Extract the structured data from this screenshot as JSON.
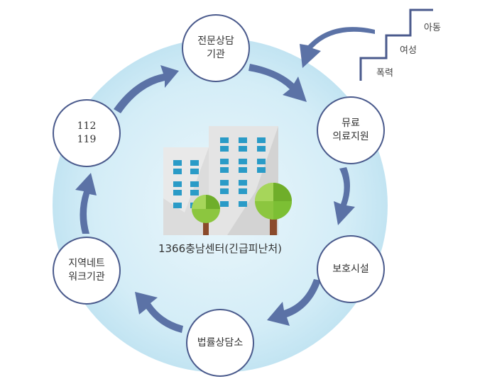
{
  "nodes": {
    "expert_counsel": [
      "전문상담",
      "기관"
    ],
    "medical": [
      "뮤료",
      "의료지원"
    ],
    "shelter": [
      "보호시설"
    ],
    "legal": [
      "법률상담소"
    ],
    "network": [
      "지역네트",
      "워크기관"
    ],
    "emergency": [
      "112",
      "119"
    ]
  },
  "stairs": {
    "step1": "폭력",
    "step2": "여성",
    "step3": "아동"
  },
  "center": {
    "label": "1366충남센터(긴급피난처)"
  },
  "colors": {
    "circle_fill": "#cde9f5",
    "circle_outer": "#e3f3fa",
    "arrow": "#5b72a6",
    "node_border": "#4a5a8c",
    "tree": "#8cc63f",
    "trunk": "#8b4a2b",
    "building": "#dcdcdc",
    "window": "#2a9bc7"
  }
}
